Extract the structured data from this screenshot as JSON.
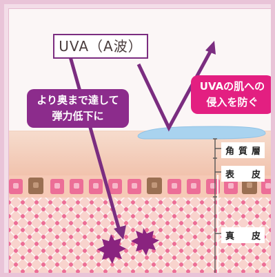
{
  "uva_label": "UVA（A波）",
  "deep_callout": {
    "line1": "より奥まで達して",
    "line2": "弾力低下に"
  },
  "block_callout": {
    "line1": "UVAの肌への",
    "line2": "侵入を防ぐ"
  },
  "layers": {
    "stratum_corneum": "角質層",
    "epidermis": "表　皮",
    "dermis": "真　皮"
  },
  "colors": {
    "frame": "#e9c4d8",
    "uva_purple": "#7b2d80",
    "deep_callout": "#8c2c8c",
    "block_callout": "#e31f81",
    "sunscreen": "#a9d3ef",
    "skin_surface": "#f3c9b5",
    "dermis": "#f8d3cd",
    "cell_pink": "#e95f8e",
    "cell_brown": "#9a6f52",
    "damage_star": "#8a237f"
  }
}
